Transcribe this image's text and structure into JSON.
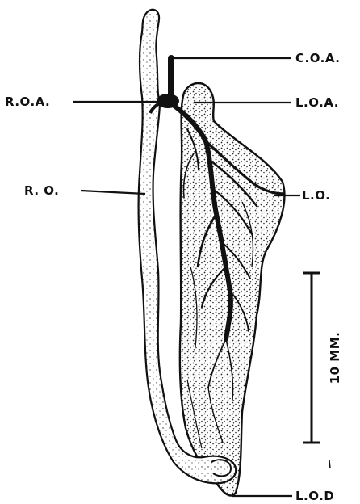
{
  "labels": {
    "coa": "C.O.A.",
    "roa": "R.O.A.",
    "loa": "L.O.A.",
    "ro": "R. O.",
    "lo": "L.O.",
    "lod": "L.O.D"
  },
  "scale_bar": {
    "label": "10 MM."
  },
  "colors": {
    "ink": "#111111",
    "paper": "#ffffff",
    "stipple": "#2a2a2a"
  }
}
